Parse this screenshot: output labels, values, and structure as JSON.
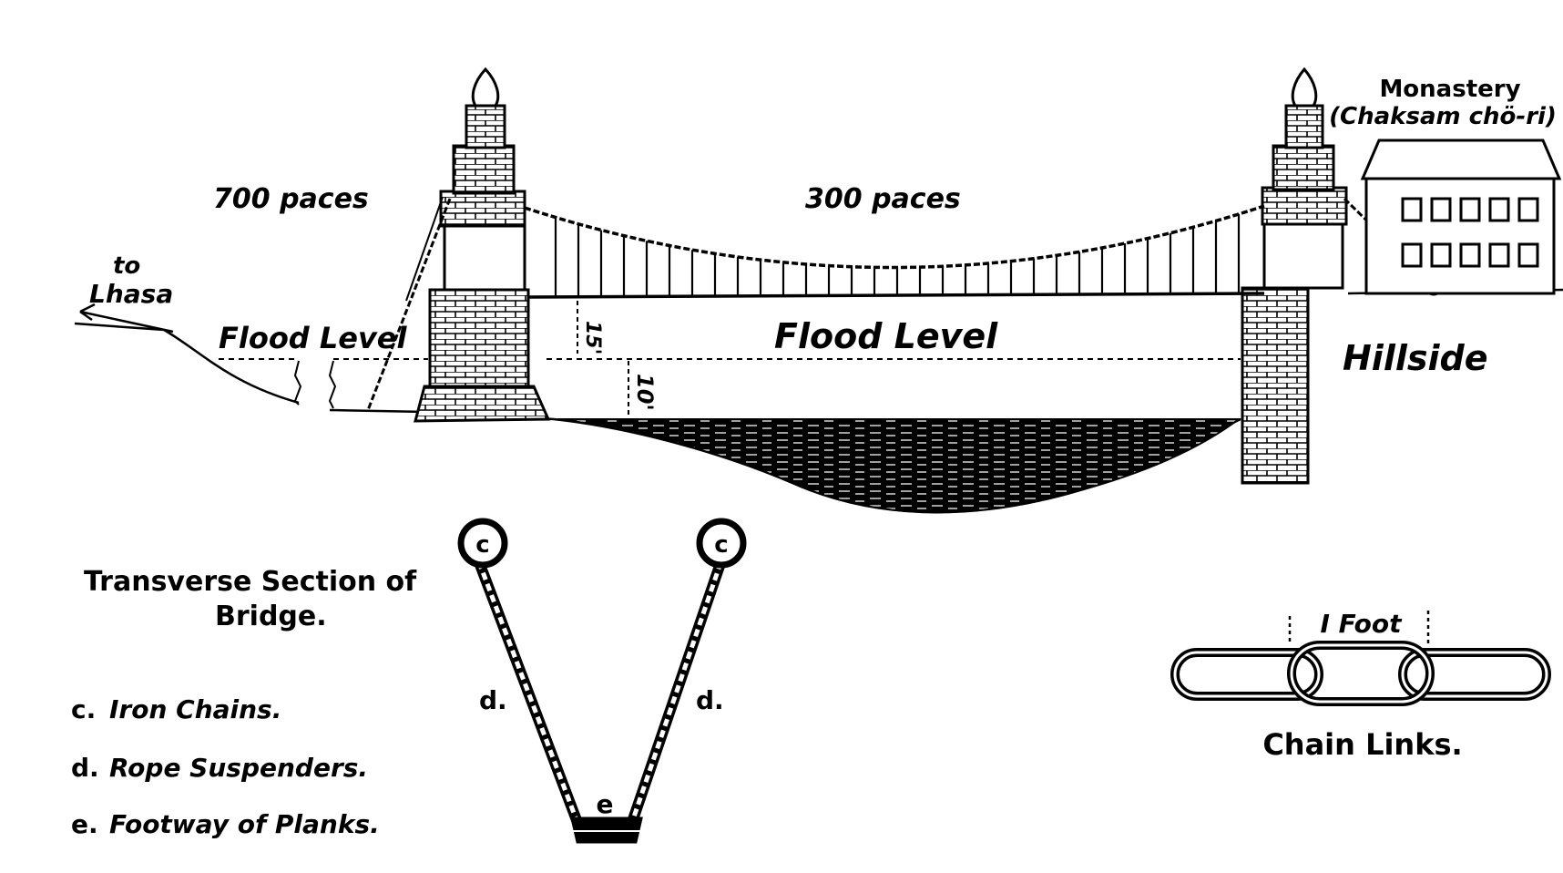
{
  "labels": {
    "left_distance": "700 paces",
    "span_distance": "300 paces",
    "to_lhasa_line1": "to",
    "to_lhasa_line2": "Lhasa",
    "flood_level_left": "Flood Level",
    "flood_level_center": "Flood Level",
    "hillside": "Hillside",
    "monastery_title": "Monastery",
    "monastery_name": "(Chaksam chö-ri)",
    "height_15": "15'",
    "height_10": "10'"
  },
  "section": {
    "title_line1": "Transverse Section of",
    "title_line2": "Bridge.",
    "label_c_left": "c",
    "label_c_right": "c",
    "label_d_left": "d.",
    "label_d_right": "d.",
    "label_e": "e"
  },
  "legend": {
    "c_key": "c.",
    "c_text": "Iron Chains.",
    "d_key": "d.",
    "d_text": "Rope Suspenders.",
    "e_key": "e.",
    "e_text": "Footway of Planks."
  },
  "chain": {
    "scale_label": "I Foot",
    "caption": "Chain Links."
  }
}
